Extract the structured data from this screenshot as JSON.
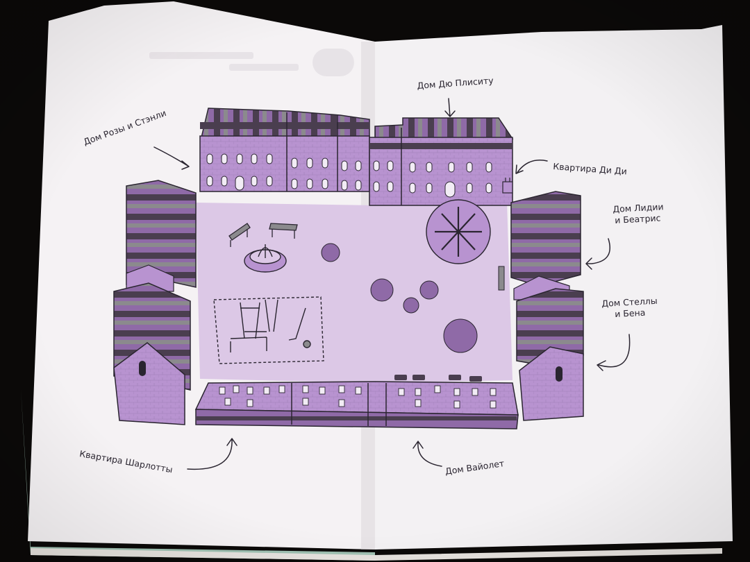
{
  "labels": {
    "rose_stanley": "Дом Розы и Стэнли",
    "du_plessis": "Дом Дю Плиситу",
    "dee_dee": "Квартира Ди Ди",
    "lydia_line1": "Дом Лидии",
    "lydia_line2": "и Беатрис",
    "stella_line1": "Дом Стеллы",
    "stella_line2": "и Бена",
    "charlotte": "Квартира Шарлотты",
    "violet": "Дом Вайолет"
  },
  "colors": {
    "background": "#0b0908",
    "page": "#f5f2f4",
    "courtyard": "#dcc8e6",
    "building_purple": "#b893d0",
    "roof_dark": "#4a3e4f",
    "roof_purple": "#8f6aa7",
    "roof_grey": "#8b8a8d",
    "ink": "#2a2530"
  }
}
